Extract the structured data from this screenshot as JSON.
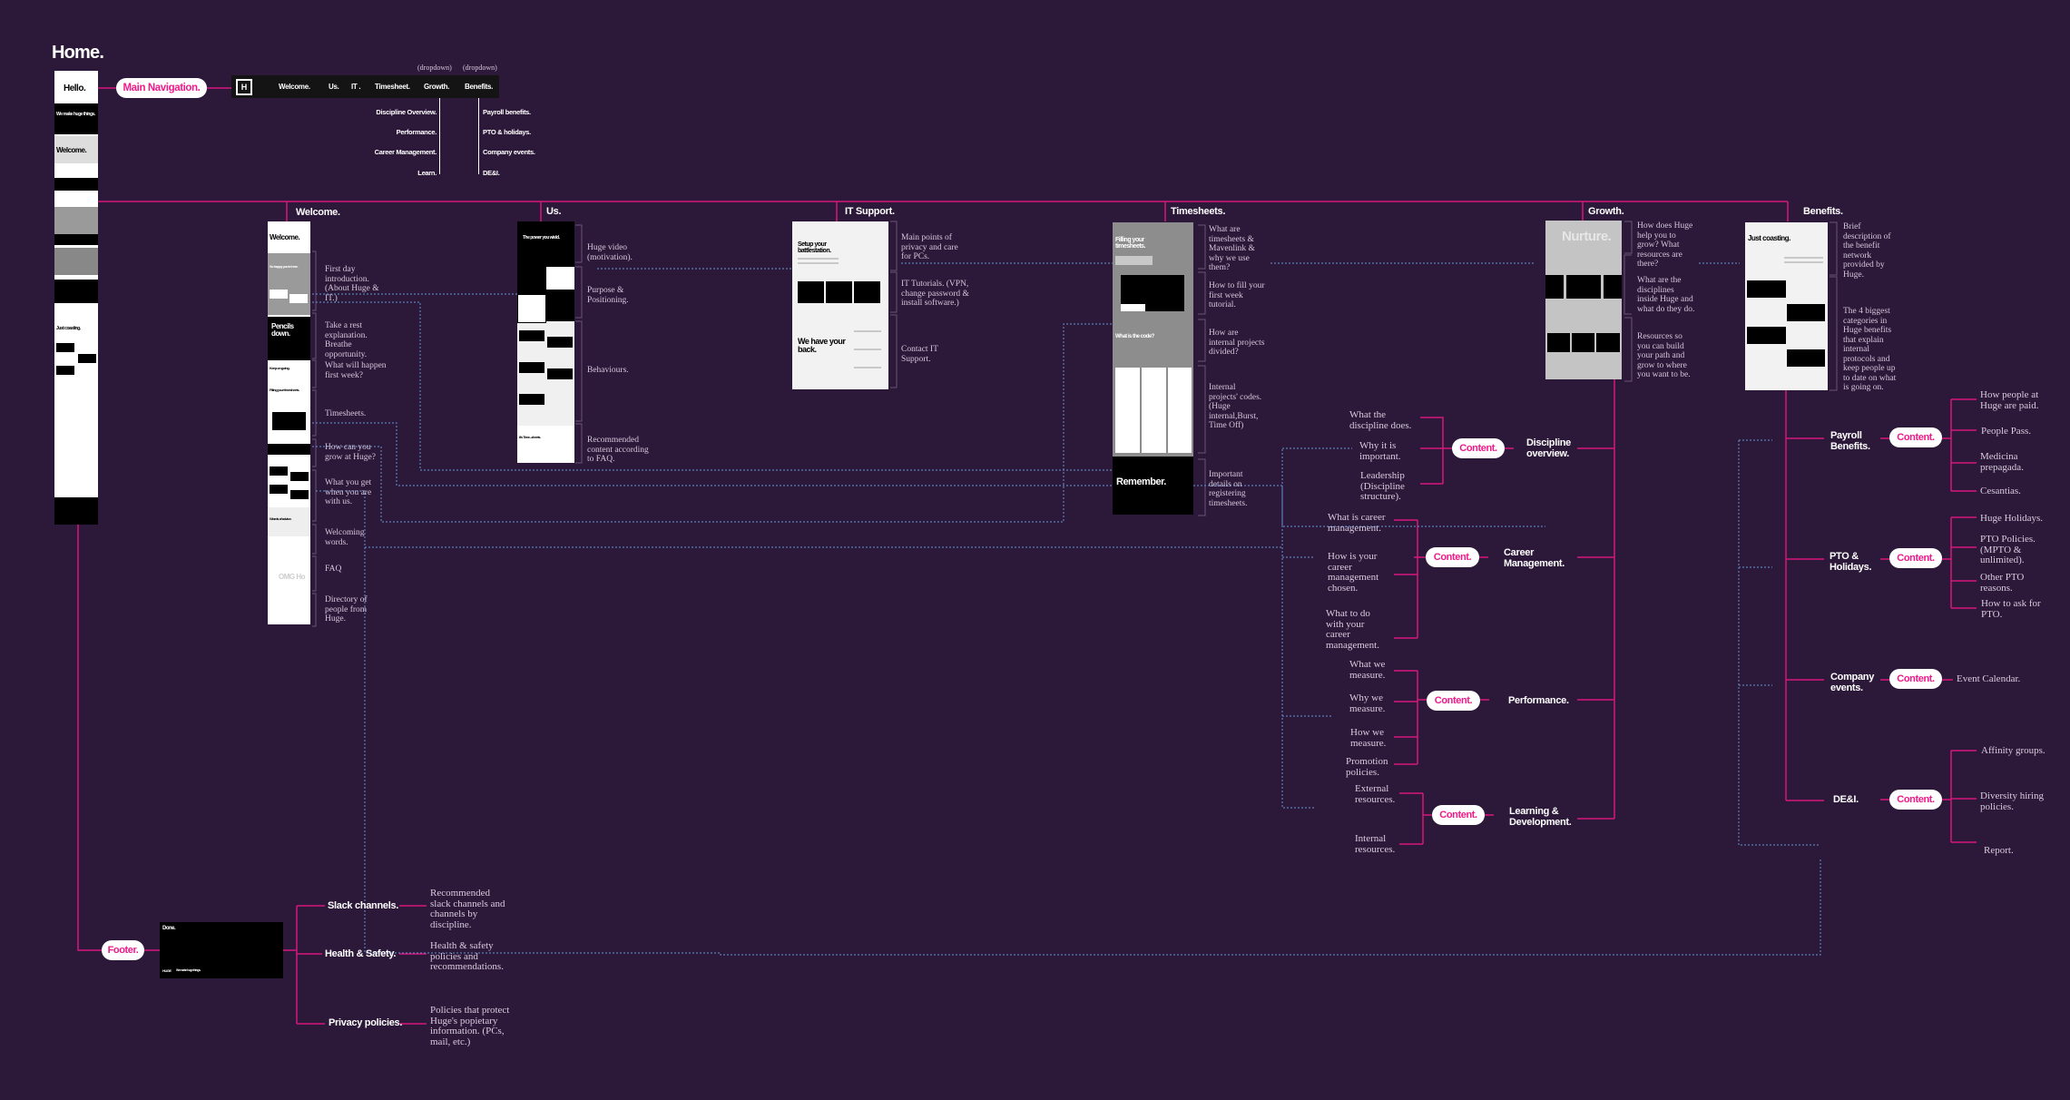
{
  "home": {
    "title": "Home.",
    "thumb_hello": "Hello.",
    "thumb_make": "We make huge things.",
    "thumb_welcome": "Welcome.",
    "thumb_coasting": "Just coasting."
  },
  "main_nav": {
    "pill": "Main Navigation.",
    "logo": "H",
    "items": [
      "Welcome.",
      "Us.",
      "IT .",
      "Timesheet.",
      "Growth.",
      "Benefits."
    ],
    "dropdown_labels": [
      "(dropdown)",
      "(dropdown)"
    ],
    "growth_dropdown": [
      "Discipline Overview.",
      "Performance.",
      "Career Management.",
      "Learn."
    ],
    "benefits_dropdown": [
      "Payroll benefits.",
      "PTO & holidays.",
      "Company events.",
      "DE&I."
    ]
  },
  "sections": {
    "welcome": {
      "title": "Welcome.",
      "thumb_texts": [
        "Welcome.",
        "So happy you're here.",
        "Pencils down.",
        "Keep on going.",
        "Filling your timesheets.",
        "Words of advice.",
        "OMG Ho"
      ],
      "notes": [
        "First day introduction. (About Huge & IT.)",
        "Take a rest explanation. Breathe opportunity.",
        "What will happen first week?",
        "Timesheets.",
        "How can you grow at Huge?",
        "What you get when you are with us.",
        "Welcoming words.",
        "FAQ",
        "Directory of people from Huge."
      ]
    },
    "us": {
      "title": "Us.",
      "thumb_texts": [
        "The power you wield.",
        "It's Time...sheets."
      ],
      "notes": [
        "Huge video (motivation).",
        "Purpose & Positioning.",
        "Behaviours.",
        "Recommended content according to FAQ."
      ]
    },
    "it": {
      "title": "IT Support.",
      "thumb_texts": [
        "Setup your battlestation.",
        "We have your back."
      ],
      "notes": [
        "Main points of privacy and care for PCs.",
        "IT Tutorials. (VPN, change password & install software.)",
        "Contact IT Support."
      ]
    },
    "timesheets": {
      "title": "Timesheets.",
      "thumb_texts": [
        "Filling your timesheets.",
        "What is the code?",
        "Remember."
      ],
      "notes": [
        "What are timesheets & Mavenlink & why we use them?",
        "How to fill your first week tutorial.",
        "How are internal projects divided?",
        "Internal projects' codes. (Huge internal,Burst, Time Off)",
        "Important details on registering timesheets."
      ]
    },
    "growth": {
      "title": "Growth.",
      "thumb_texts": [
        "Nurture."
      ],
      "notes": [
        "How does Huge help you to grow? What resources are there?",
        "What are the disciplines inside Huge and what do they do.",
        "Resources so you can build your path and grow to where you want to be."
      ]
    },
    "benefits": {
      "title": "Benefits.",
      "thumb_texts": [
        "Just coasting."
      ],
      "notes": [
        "Brief description of the benefit network provided by Huge.",
        "The 4 biggest categories in Huge benefits that explain internal protocols and keep people up to date on what is going on."
      ]
    }
  },
  "growth_tree": [
    {
      "label": "Discipline overview.",
      "pill": "Content.",
      "items": [
        "What the discipline does.",
        "Why it is important.",
        "Leadership (Discipline structure)."
      ]
    },
    {
      "label": "Career Management.",
      "pill": "Content.",
      "items": [
        "What is career management.",
        "How is your career management chosen.",
        "What to do with your career management."
      ]
    },
    {
      "label": "Performance.",
      "pill": "Content.",
      "items": [
        "What we measure.",
        "Why we measure.",
        "How we measure.",
        "Promotion policies."
      ]
    },
    {
      "label": "Learning & Development.",
      "pill": "Content.",
      "items": [
        "External resources.",
        "Internal resources."
      ]
    }
  ],
  "benefits_tree": [
    {
      "label": "Payroll Benefits.",
      "pill": "Content.",
      "items": [
        "How people at Huge are paid.",
        "People Pass.",
        "Medicina prepagada.",
        "Cesantias."
      ]
    },
    {
      "label": "PTO & Holidays.",
      "pill": "Content.",
      "items": [
        "Huge Holidays.",
        "PTO Policies. (MPTO & unlimited).",
        "Other PTO reasons.",
        "How to ask for PTO."
      ]
    },
    {
      "label": "Company events.",
      "pill": "Content.",
      "items": [
        "Event Calendar."
      ]
    },
    {
      "label": "DE&I.",
      "pill": "Content.",
      "items": [
        "Affinity groups.",
        "Diversity hiring policies.",
        "Report."
      ]
    }
  ],
  "footer": {
    "pill": "Footer.",
    "thumb_title": "Done.",
    "thumb_logo": "HUGE",
    "thumb_tagline": "We make huge things.",
    "items": [
      {
        "label": "Slack channels.",
        "note": "Recommended slack channels and channels by discipline."
      },
      {
        "label": "Health & Safety.",
        "note": "Health & safety policies and recommendations."
      },
      {
        "label": "Privacy policies.",
        "note": "Policies that protect Huge's popietary information. (PCs, mail, etc.)"
      }
    ]
  },
  "colors": {
    "background": "#2c1839",
    "connector": "#d6177c",
    "pill_text": "#f0198a",
    "dotted": "#5b7fb8"
  }
}
